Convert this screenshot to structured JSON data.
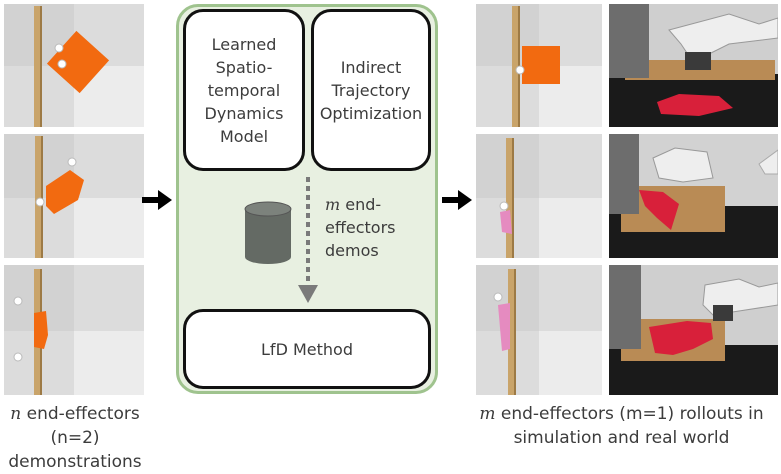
{
  "left_caption": {
    "var": "n",
    "line1": " end-effectors (n=2)",
    "line2": "demonstrations"
  },
  "right_caption": {
    "var": "m",
    "line1": " end-effectors (m=1) rollouts in",
    "line2": "simulation and real world"
  },
  "middle": {
    "learned_model": {
      "line1": "Learned",
      "line2": "Spatio-",
      "line3": "temporal",
      "line4": "Dynamics",
      "line5": "Model"
    },
    "optimization": {
      "line1": "Indirect",
      "line2": "Trajectory",
      "line3": "Optimization"
    },
    "demos_label": {
      "var": "m",
      "line1": " end-",
      "line2": "effectors",
      "line3": "demos"
    },
    "lfd_method": "LfD Method"
  },
  "colors": {
    "orange_cloth": "#f26a10",
    "pink_cloth": "#e58bc0",
    "red_cloth": "#d8203a",
    "panel_border": "#9fc38e",
    "panel_fill": "#e8f0e1",
    "database": "#646a64"
  },
  "icons": [
    "arrow-right-icon",
    "database-icon",
    "arrow-down-dashed-icon"
  ]
}
